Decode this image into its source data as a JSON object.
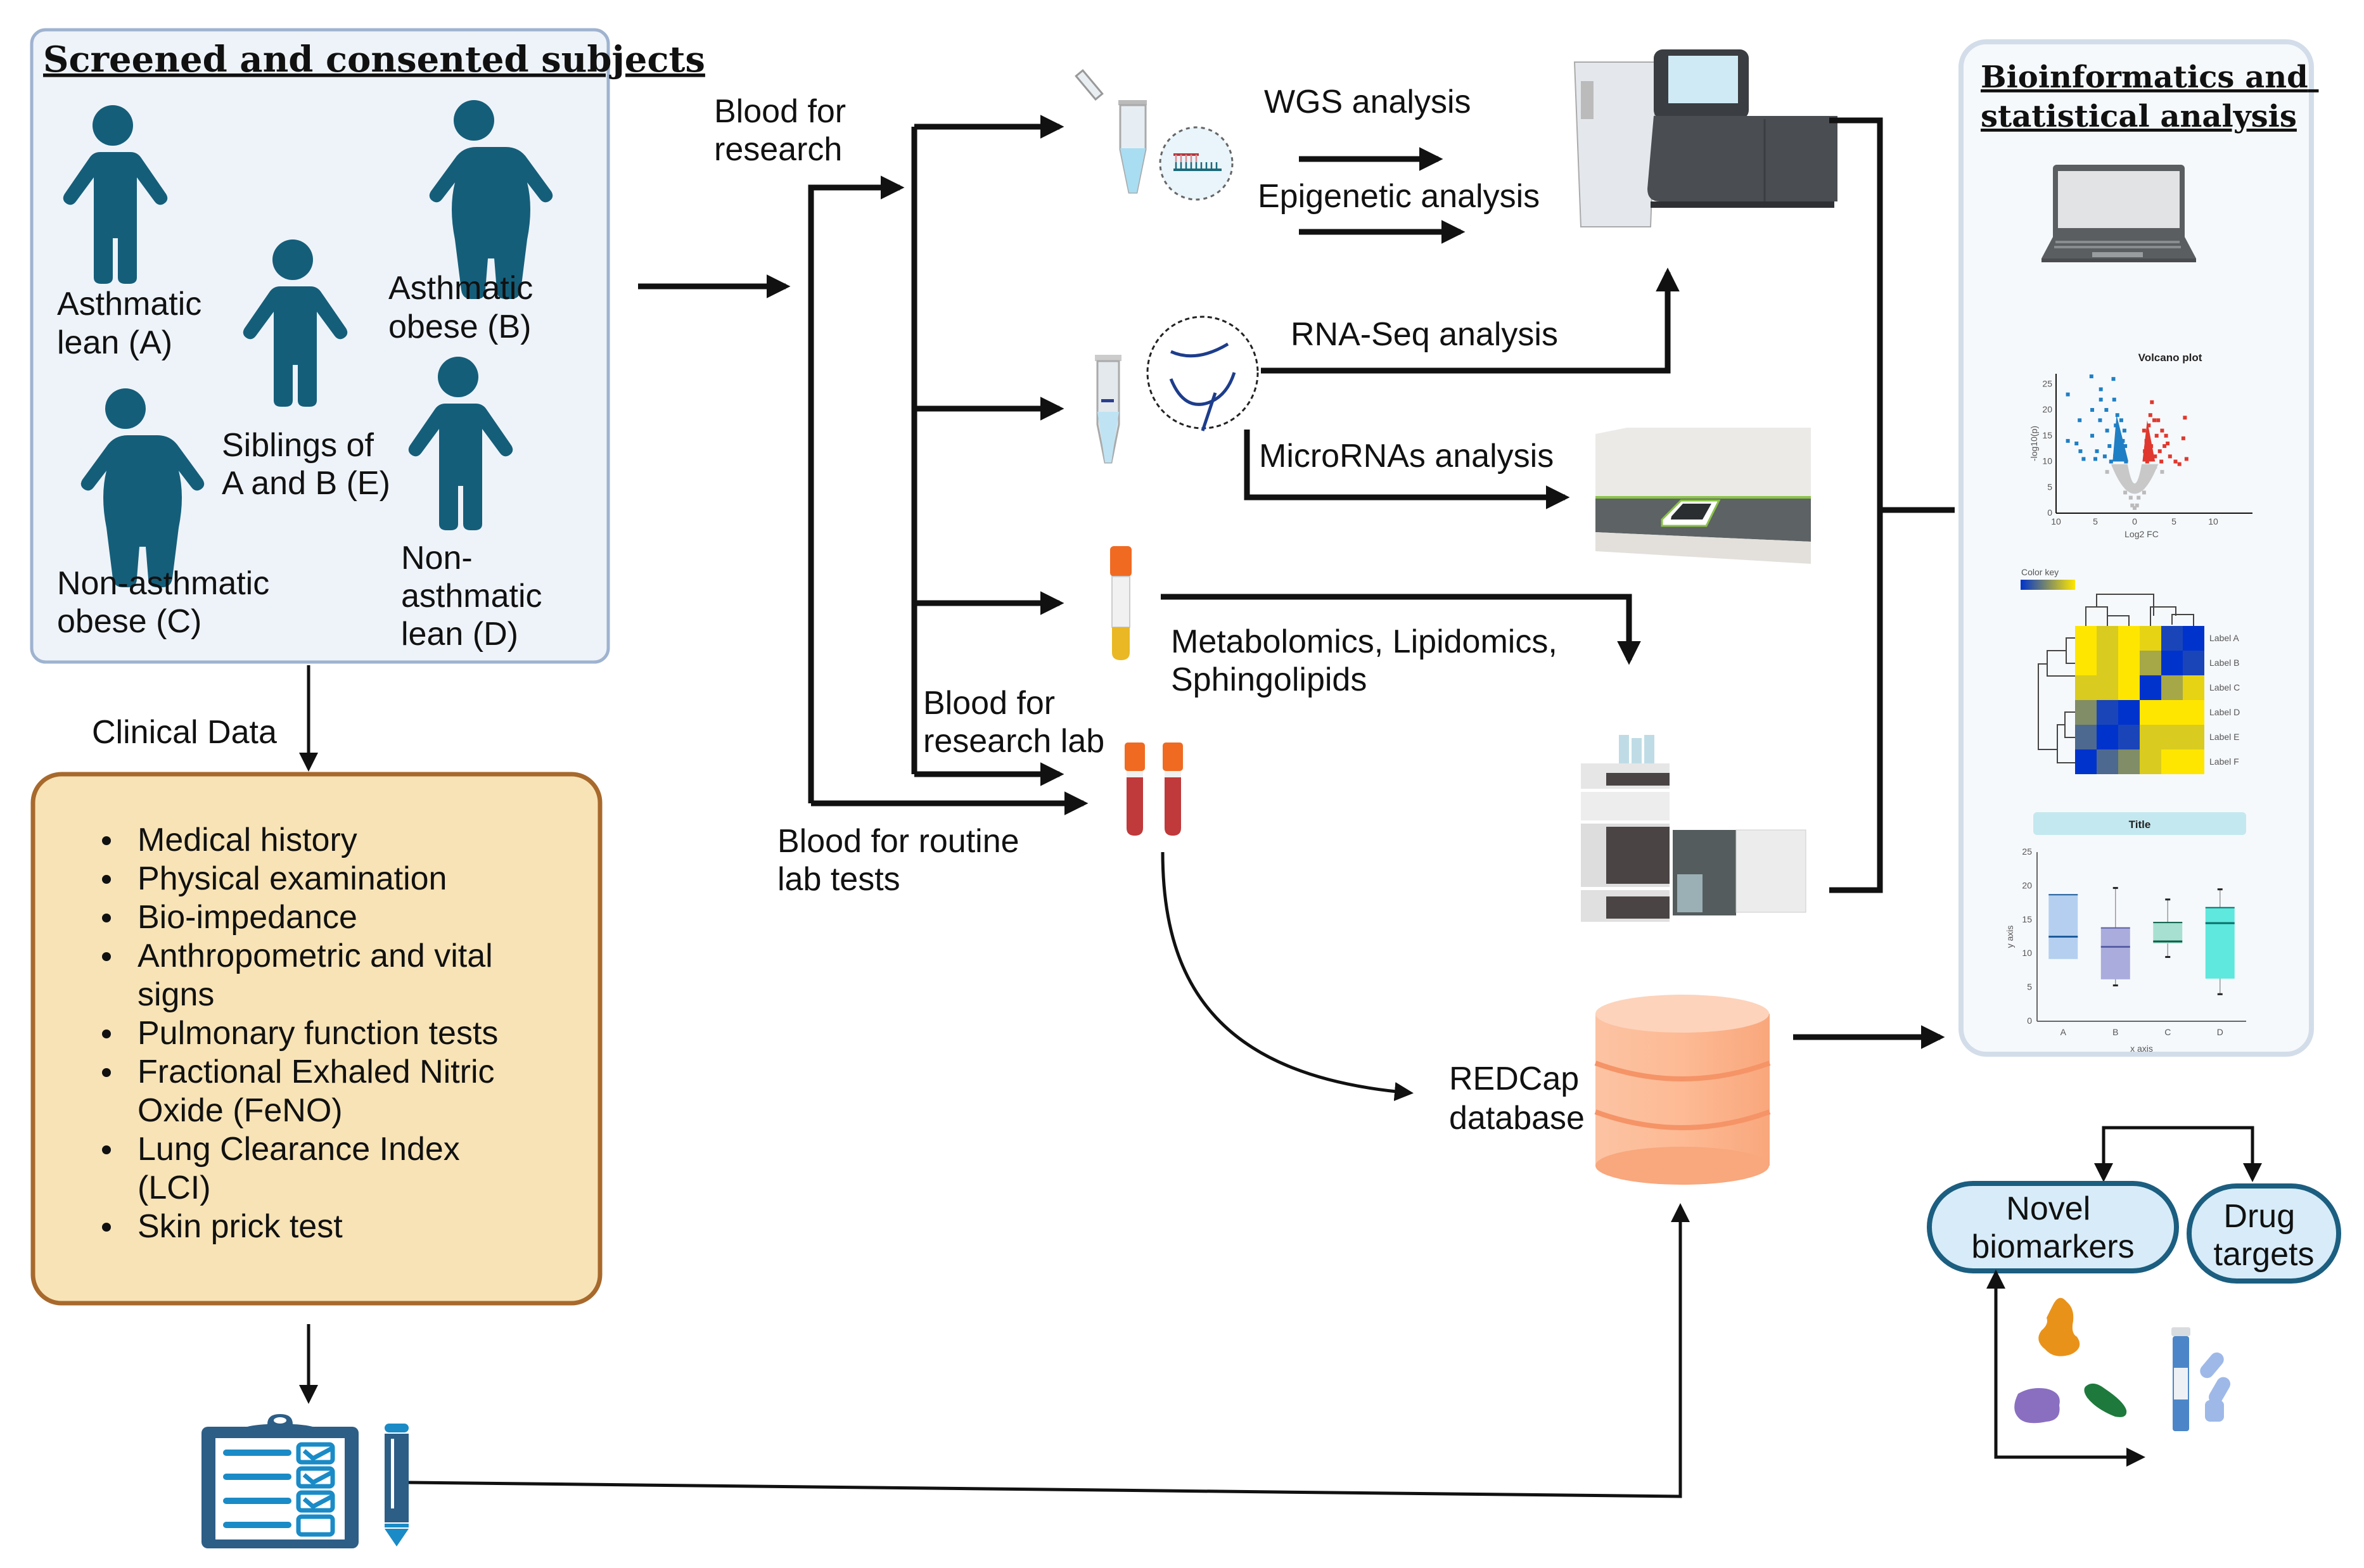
{
  "subjects_panel": {
    "title": "Screened and consented subjects",
    "groups": [
      {
        "line1": "Asthmatic",
        "line2": "lean (A)",
        "body": "lean"
      },
      {
        "line1": "Asthmatic",
        "line2": "obese (B)",
        "body": "obese"
      },
      {
        "line1": "Siblings of",
        "line2": "A and B (E)",
        "body": "lean"
      },
      {
        "line1": "Non-asthmatic",
        "line2": "obese (C)",
        "body": "obese"
      },
      {
        "line1": "Non-",
        "line2": "asthmatic",
        "line3": "lean (D)",
        "body": "lean"
      }
    ]
  },
  "clinical": {
    "arrow_label": "Clinical Data",
    "items": [
      [
        "Medical history"
      ],
      [
        "Physical examination"
      ],
      [
        "Bio-impedance"
      ],
      [
        "Anthropometric and vital",
        "signs"
      ],
      [
        "Pulmonary function tests"
      ],
      [
        "Fractional Exhaled Nitric",
        "Oxide (FeNO)"
      ],
      [
        "Lung Clearance Index",
        "(LCI)"
      ],
      [
        "Skin prick test"
      ]
    ]
  },
  "flow_labels": {
    "blood_research": [
      "Blood for",
      "research"
    ],
    "blood_research_lab": [
      "Blood for",
      "research lab"
    ],
    "blood_routine": [
      "Blood for routine",
      "lab tests"
    ],
    "wgs": "WGS analysis",
    "epigenetic": "Epigenetic analysis",
    "rnaseq": "RNA-Seq analysis",
    "microrna": "MicroRNAs analysis",
    "metabolomics": [
      "Metabolomics, Lipidomics,",
      "Sphingolipids"
    ],
    "redcap": [
      "REDCap",
      "database"
    ]
  },
  "bioinformatics_panel": {
    "title": [
      "Bioinformatics and",
      "statistical analysis"
    ],
    "volcano_title": "Volcano plot",
    "volcano_xlabel": "Log2 FC",
    "volcano_ylabel": "-log10(p)",
    "color_key_label": "Color key",
    "heatmap_row_labels": [
      "Label A",
      "Label B",
      "Label C",
      "Label D",
      "Label E",
      "Label F"
    ],
    "boxplot_title": "Title",
    "boxplot_xlabel": "x axis",
    "boxplot_ylabel": "y axis"
  },
  "outcomes": {
    "biomarkers": [
      "Novel",
      "biomarkers"
    ],
    "drug_targets": [
      "Drug",
      "targets"
    ]
  },
  "colors": {
    "subjects_bg": "#EEF3F9",
    "subjects_border": "#9FB3D0",
    "person": "#155E7A",
    "clinical_bg": "#F7E3B6",
    "clinical_border": "#A8692C",
    "bio_panel_bg": "#F6F9FC",
    "bio_panel_border": "#D3DDEA",
    "pill_bg": "#D7ECF8",
    "pill_border": "#1B5E80",
    "database": "#FDBA94",
    "volcano_down": "#1F7FC4",
    "volcano_up": "#E0382E",
    "volcano_ns": "#BBBBBB"
  },
  "chart_data": [
    {
      "type": "scatter",
      "title": "Volcano plot",
      "xlabel": "Log2 FC",
      "ylabel": "-log10(p)",
      "xlim": [
        -10,
        15
      ],
      "ylim": [
        0,
        27
      ],
      "x_ticks": [
        -10,
        -5,
        0,
        5,
        10
      ],
      "y_ticks": [
        0,
        5,
        10,
        15,
        20,
        25
      ],
      "series": [
        {
          "name": "down",
          "color": "#1F7FC4",
          "points": [
            [
              -8.5,
              23
            ],
            [
              -8.5,
              14
            ],
            [
              -7.4,
              13.5
            ],
            [
              -7,
              18
            ],
            [
              -6.9,
              12
            ],
            [
              -6.5,
              10.5
            ],
            [
              -5.5,
              26.5
            ],
            [
              -5.4,
              20
            ],
            [
              -5.4,
              15
            ],
            [
              -4.8,
              12
            ],
            [
              -4.3,
              24
            ],
            [
              -4.4,
              18
            ],
            [
              -4.3,
              22
            ],
            [
              -3.6,
              20
            ],
            [
              -3.5,
              16
            ],
            [
              -3.2,
              13
            ],
            [
              -3,
              10
            ],
            [
              -2.7,
              26
            ],
            [
              -2.6,
              22
            ],
            [
              -2.4,
              17
            ],
            [
              -2.2,
              19
            ],
            [
              -2,
              15
            ],
            [
              -1.9,
              12
            ],
            [
              -1.7,
              18
            ],
            [
              -1.5,
              14
            ],
            [
              -1.4,
              11
            ],
            [
              -1.3,
              16
            ],
            [
              -1.2,
              13
            ],
            [
              -1.1,
              10
            ],
            [
              -1.6,
              10.5
            ],
            [
              -2.5,
              11
            ],
            [
              -3.8,
              11
            ],
            [
              -5,
              10.5
            ]
          ]
        },
        {
          "name": "up",
          "color": "#E0382E",
          "points": [
            [
              2.2,
              21.5
            ],
            [
              2,
              19
            ],
            [
              1.8,
              17
            ],
            [
              2.5,
              18
            ],
            [
              3,
              18
            ],
            [
              3.5,
              16
            ],
            [
              4,
              15
            ],
            [
              3.8,
              13
            ],
            [
              4.5,
              11
            ],
            [
              5.2,
              10
            ],
            [
              5.7,
              9.5
            ],
            [
              6.2,
              14.5
            ],
            [
              6.4,
              18.5
            ],
            [
              6.6,
              10.5
            ],
            [
              1.3,
              12
            ],
            [
              1.5,
              14
            ],
            [
              1.6,
              10
            ],
            [
              2.1,
              13
            ],
            [
              2.6,
              11
            ],
            [
              3.2,
              12
            ],
            [
              3.4,
              10
            ],
            [
              1.2,
              16
            ],
            [
              2.8,
              15
            ],
            [
              4.2,
              13.5
            ]
          ]
        },
        {
          "name": "not significant",
          "color": "#BBBBBB",
          "points": [
            [
              -0.5,
              3
            ],
            [
              0.5,
              3
            ],
            [
              -1,
              5
            ],
            [
              1,
              5
            ],
            [
              -1.5,
              7
            ],
            [
              1.5,
              7
            ],
            [
              -2,
              8
            ],
            [
              2,
              8
            ],
            [
              -0.3,
              1.5
            ],
            [
              0.3,
              1.5
            ],
            [
              -2.5,
              9
            ],
            [
              2.6,
              9
            ],
            [
              -3.5,
              8
            ],
            [
              3.5,
              8
            ],
            [
              0,
              1
            ],
            [
              -1.2,
              4
            ],
            [
              1.2,
              4
            ]
          ]
        }
      ]
    },
    {
      "type": "heatmap",
      "title": "",
      "row_labels": [
        "Label A",
        "Label B",
        "Label C",
        "Label D",
        "Label E",
        "Label F"
      ],
      "col_count": 6,
      "color_scale": [
        "#0033CC",
        "#FFE600"
      ],
      "values": [
        [
          1.0,
          0.85,
          1.0,
          0.9,
          0.1,
          0.0
        ],
        [
          1.0,
          0.85,
          1.0,
          0.65,
          0.0,
          0.1
        ],
        [
          0.85,
          0.85,
          1.0,
          0.0,
          0.65,
          0.9
        ],
        [
          0.5,
          0.1,
          0.0,
          1.0,
          1.0,
          1.0
        ],
        [
          0.3,
          0.0,
          0.1,
          0.85,
          0.85,
          0.85
        ],
        [
          0.0,
          0.3,
          0.5,
          0.85,
          1.0,
          1.0
        ]
      ]
    },
    {
      "type": "box",
      "title": "Title",
      "xlabel": "x axis",
      "ylabel": "y axis",
      "categories": [
        "A",
        "B",
        "C",
        "D"
      ],
      "ylim": [
        0,
        25
      ],
      "y_ticks": [
        0,
        5,
        10,
        15,
        20,
        25
      ],
      "boxes": [
        {
          "cat": "A",
          "q1": 9.2,
          "median": 12.5,
          "q3": 18.7,
          "min": null,
          "max": null,
          "color": "#B4CFF0",
          "line": "#1D5C9A"
        },
        {
          "cat": "B",
          "q1": 6.2,
          "median": 11.0,
          "q3": 13.8,
          "min": 5.3,
          "max": 19.7,
          "color": "#A9ACDC",
          "line": "#5A5FA5"
        },
        {
          "cat": "C",
          "q1": 11.5,
          "median": 11.8,
          "q3": 14.6,
          "min": 9.5,
          "max": 18.0,
          "color": "#A7E0D0",
          "line": "#0B5E49"
        },
        {
          "cat": "D",
          "q1": 6.3,
          "median": 14.5,
          "q3": 16.8,
          "min": 4.0,
          "max": 19.5,
          "color": "#5FE8DD",
          "line": "#0B6E6A"
        }
      ]
    }
  ]
}
